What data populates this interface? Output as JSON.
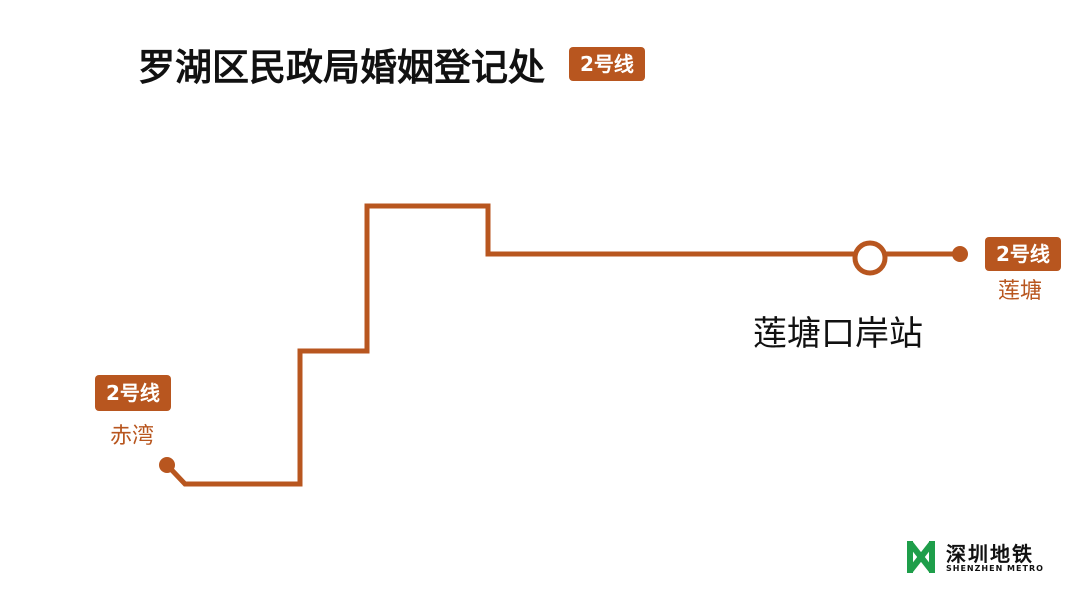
{
  "title": "罗湖区民政局婚姻登记处",
  "line": {
    "label": "2号线",
    "color": "#B8561F"
  },
  "station": {
    "name": "莲塘口岸站"
  },
  "terminals": {
    "start": {
      "label": "2号线",
      "name": "赤湾"
    },
    "end": {
      "label": "2号线",
      "name": "莲塘"
    }
  },
  "logo": {
    "name": "深圳地铁",
    "subtitle": "SHENZHEN METRO",
    "icon": "shenzhen-metro-logo-icon",
    "color": "#1E9E4A"
  }
}
